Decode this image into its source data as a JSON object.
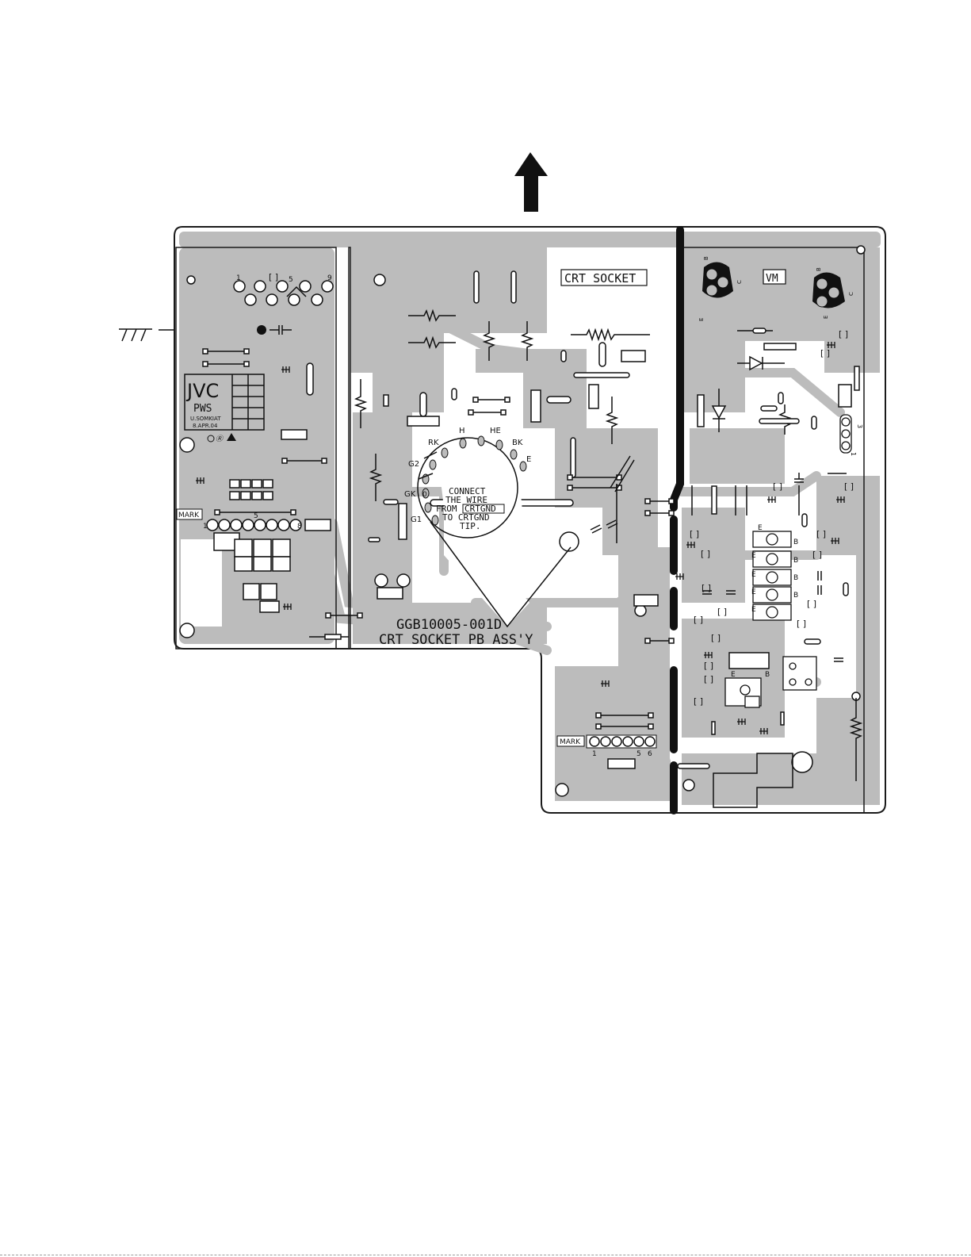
{
  "board": {
    "part_number": "GGB10005-001D",
    "assembly_name": "CRT SOCKET PB ASS'Y",
    "socket_title": "CRT SOCKET",
    "vm_label": "VM"
  },
  "logo": {
    "brand": "JVC",
    "model": "PWS",
    "designer": "U.SOMKIAT",
    "date": "8.APR.04"
  },
  "marks": [
    "MARK",
    "MARK"
  ],
  "connector_pins": {
    "top_left": [
      "1",
      "5",
      "9"
    ],
    "left_row": [
      "1",
      "5",
      "8"
    ],
    "bottom_row": [
      "1",
      "5",
      "6"
    ],
    "transistor_right": [
      "1",
      "3"
    ]
  },
  "socket_pins": [
    "RK",
    "H",
    "HE",
    "BK",
    "E",
    "G2",
    "GK",
    "G1"
  ],
  "socket_note": [
    "CONNECT",
    "THE WIRE",
    "FROM",
    "CRTGND",
    "TO CRTGND",
    "TIP."
  ],
  "transistor_leads": [
    "E",
    "B",
    "C"
  ],
  "colors": {
    "copper": "#bcbcbc",
    "outline": "#1a1a1a",
    "background": "#ffffff"
  },
  "icons": [
    "up-arrow-icon",
    "chassis-ground-icon",
    "ul-mark-icon",
    "warning-triangle-icon"
  ]
}
